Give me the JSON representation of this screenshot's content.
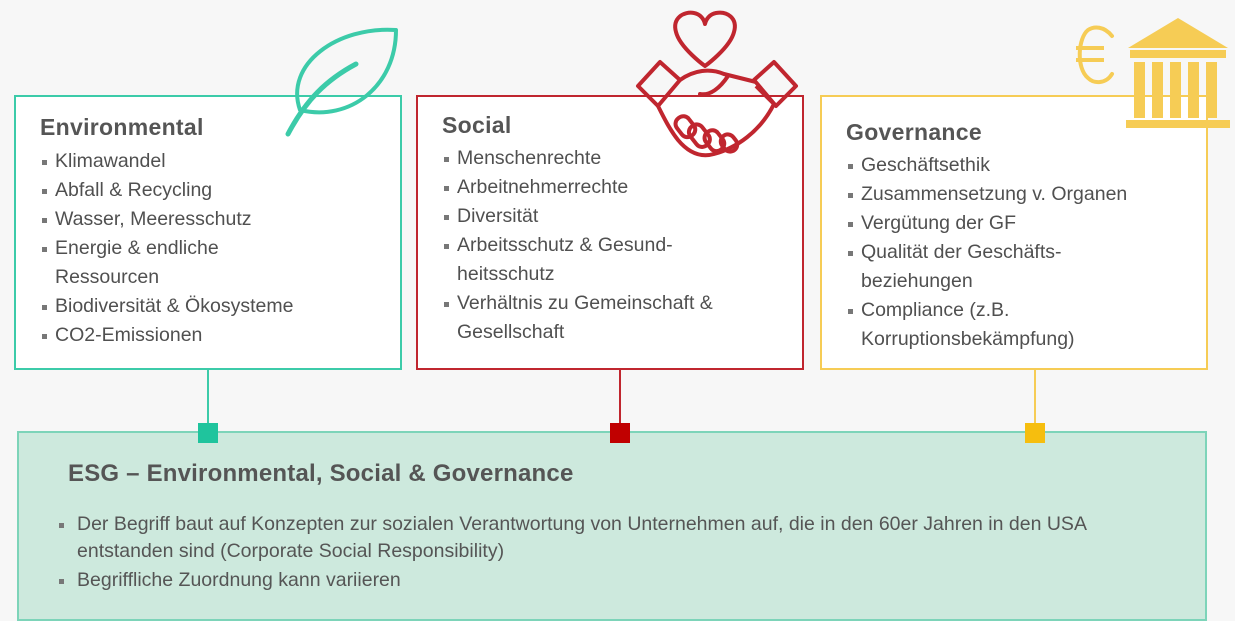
{
  "colors": {
    "environmental": "#3ccba9",
    "social": "#c0262f",
    "governance": "#f6cc55",
    "esg_fill": "#cde9dd",
    "esg_border": "#7dd4b9",
    "env_node": "#1fc49d",
    "soc_node": "#c00000",
    "gov_node": "#f6be0e"
  },
  "environmental": {
    "title": "Environmental",
    "icon": "leaf-icon",
    "items": [
      "Klimawandel",
      "Abfall & Recycling",
      "Wasser, Meeresschutz",
      "Energie & endliche\nRessourcen",
      "Biodiversität & Ökosysteme",
      "CO2-Emissionen"
    ]
  },
  "social": {
    "title": "Social",
    "icon": "heart-handshake-icon",
    "items": [
      "Menschenrechte",
      "Arbeitnehmerrechte",
      "Diversität",
      "Arbeitsschutz & Gesund-\nheitsschutz",
      "Verhältnis zu Gemeinschaft  &\nGesellschaft"
    ]
  },
  "governance": {
    "title": "Governance",
    "icon": "euro-bank-icon",
    "items": [
      "Geschäftsethik",
      "Zusammensetzung v. Organen",
      "Vergütung der GF",
      "Qualität der Geschäfts-\nbeziehungen",
      "Compliance (z.B.\nKorruptionsbekämpfung)"
    ]
  },
  "esg": {
    "title": "ESG – Environmental, Social & Governance",
    "items": [
      "Der Begriff baut auf Konzepten zur sozialen Verantwortung von Unternehmen auf, die in den 60er Jahren in den USA entstanden sind (Corporate Social Responsibility)",
      "Begriffliche Zuordnung kann variieren"
    ]
  }
}
